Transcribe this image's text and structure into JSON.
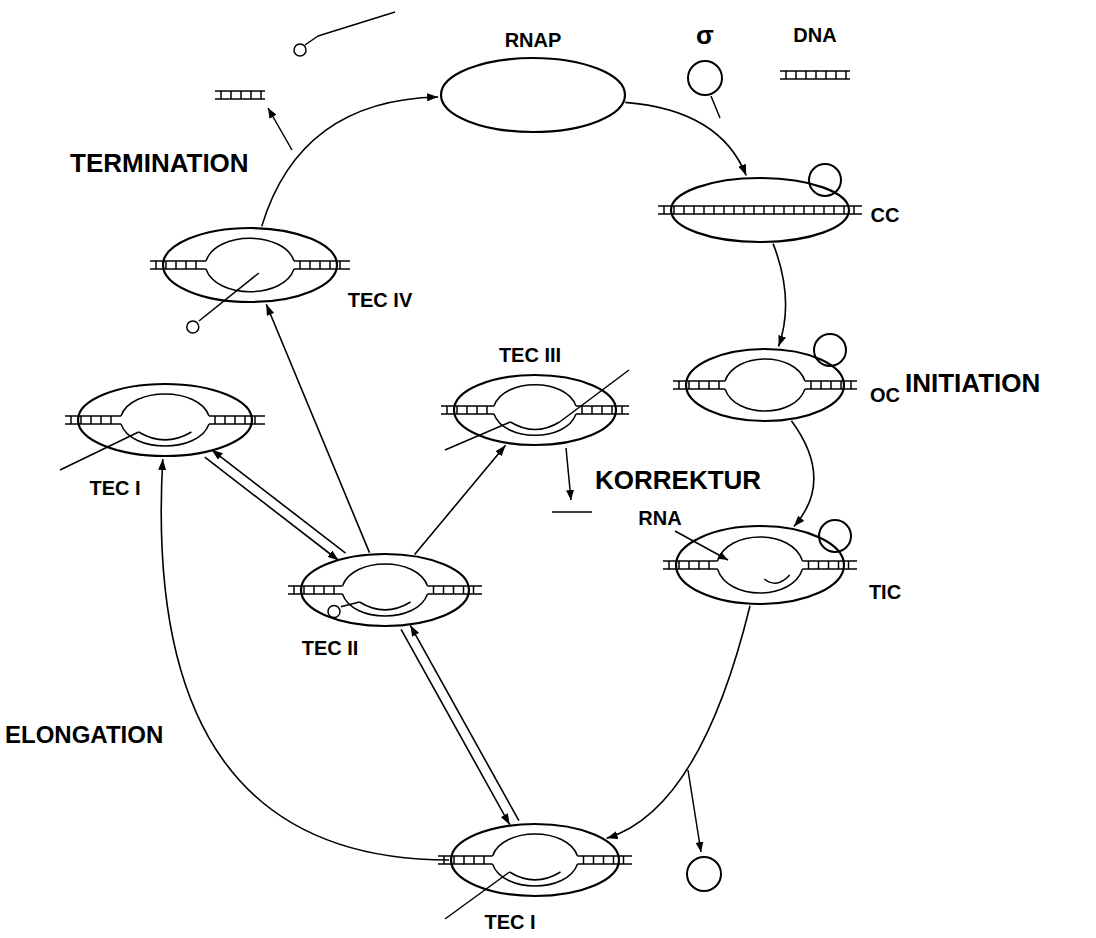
{
  "diagram": {
    "nodes": [
      {
        "text": [
          "RNAP"
        ]
      },
      {
        "text": [
          "CC"
        ]
      },
      {
        "text": [
          "OC"
        ]
      },
      {
        "text": [
          "TIC"
        ]
      },
      {
        "text": [
          "TEC I"
        ]
      },
      {
        "text": [
          "TEC II"
        ]
      },
      {
        "text": [
          "TEC III"
        ]
      },
      {
        "text": [
          "TEC I"
        ]
      },
      {
        "text": [
          "TEC IV"
        ]
      }
    ],
    "edges": [
      {
        "from": 0,
        "to": 1,
        "arrow": "to"
      },
      {
        "from": 1,
        "to": 2,
        "arrow": "to"
      },
      {
        "from": 2,
        "to": 3,
        "arrow": "to"
      },
      {
        "from": 3,
        "to": 4,
        "arrow": "to"
      },
      {
        "from": 4,
        "to": 7,
        "arrow": "to"
      },
      {
        "from": 7,
        "to": 5,
        "arrow": "to"
      },
      {
        "from": 5,
        "to": 7,
        "arrow": "to"
      },
      {
        "from": 5,
        "to": 4,
        "arrow": "to"
      },
      {
        "from": 4,
        "to": 5,
        "arrow": "to"
      },
      {
        "from": 5,
        "to": 6,
        "arrow": "to"
      },
      {
        "from": 5,
        "to": 8,
        "arrow": "to"
      },
      {
        "from": 8,
        "to": 0,
        "arrow": "to"
      }
    ],
    "labels": [
      "TERMINATION",
      "INITIATION",
      "KORREKTUR",
      "ELONGATION",
      "σ",
      "DNA",
      "RNA"
    ]
  }
}
